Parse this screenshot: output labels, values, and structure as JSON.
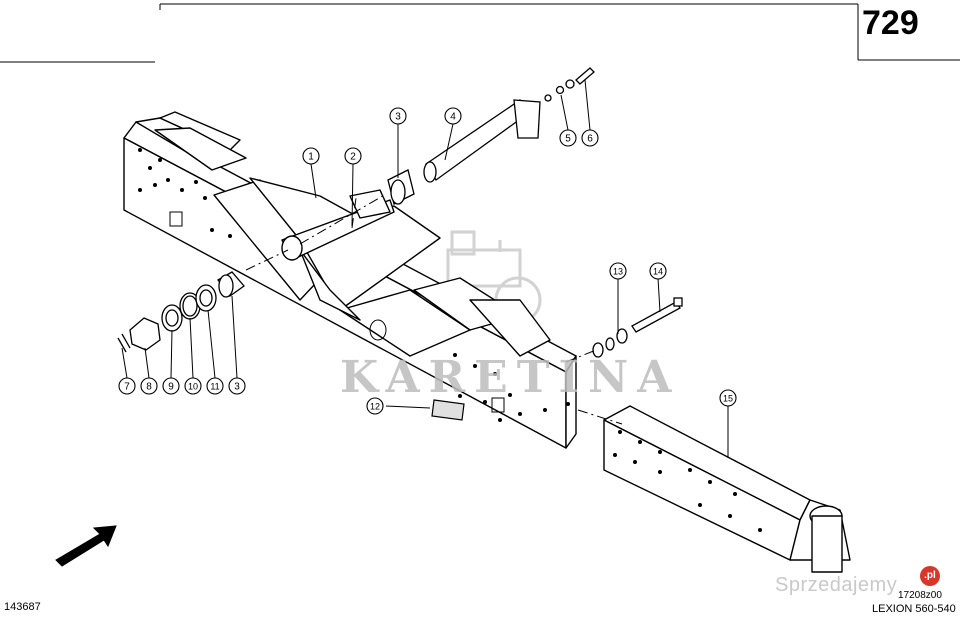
{
  "page_number": "729",
  "doc_id": "143687",
  "drawing_code": "17208z00",
  "model": "LEXION 560-540",
  "watermark": {
    "brand": "KARETINA",
    "site": "Sprzedajemy",
    "site_badge": ".pl"
  },
  "callouts": [
    {
      "id": "c1",
      "label": "1"
    },
    {
      "id": "c2",
      "label": "2"
    },
    {
      "id": "c3a",
      "label": "3"
    },
    {
      "id": "c4",
      "label": "4"
    },
    {
      "id": "c5",
      "label": "5"
    },
    {
      "id": "c6",
      "label": "6"
    },
    {
      "id": "c7",
      "label": "7"
    },
    {
      "id": "c8",
      "label": "8"
    },
    {
      "id": "c9",
      "label": "9"
    },
    {
      "id": "c10",
      "label": "10"
    },
    {
      "id": "c11",
      "label": "11"
    },
    {
      "id": "c3b",
      "label": "3"
    },
    {
      "id": "c12",
      "label": "12"
    },
    {
      "id": "c13",
      "label": "13"
    },
    {
      "id": "c14",
      "label": "14"
    },
    {
      "id": "c15",
      "label": "15"
    }
  ],
  "icons": {
    "direction": "direction-arrow-icon"
  },
  "colors": {
    "line": "#000000",
    "watermark": "#bdbdbd",
    "badge": "#d8362b"
  }
}
